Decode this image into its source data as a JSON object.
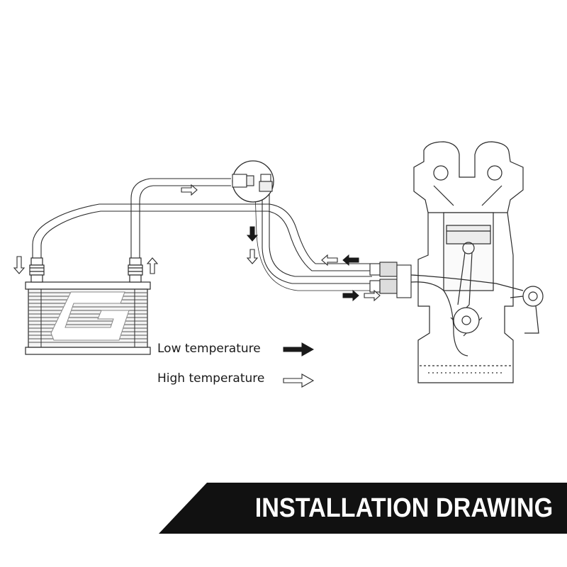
{
  "legend": {
    "low_label": "Low temperature",
    "high_label": "High temperature"
  },
  "banner": {
    "title": "INSTALLATION DRAWING"
  },
  "colors": {
    "line": "#2a2a2a",
    "banner_bg": "#111111",
    "banner_text": "#ffffff",
    "logo_fill": "#ffffff"
  },
  "icons": [
    "cooler-logo-icon",
    "arrow-low-icon",
    "arrow-high-icon",
    "engine-icon",
    "oil-cooler-icon"
  ]
}
